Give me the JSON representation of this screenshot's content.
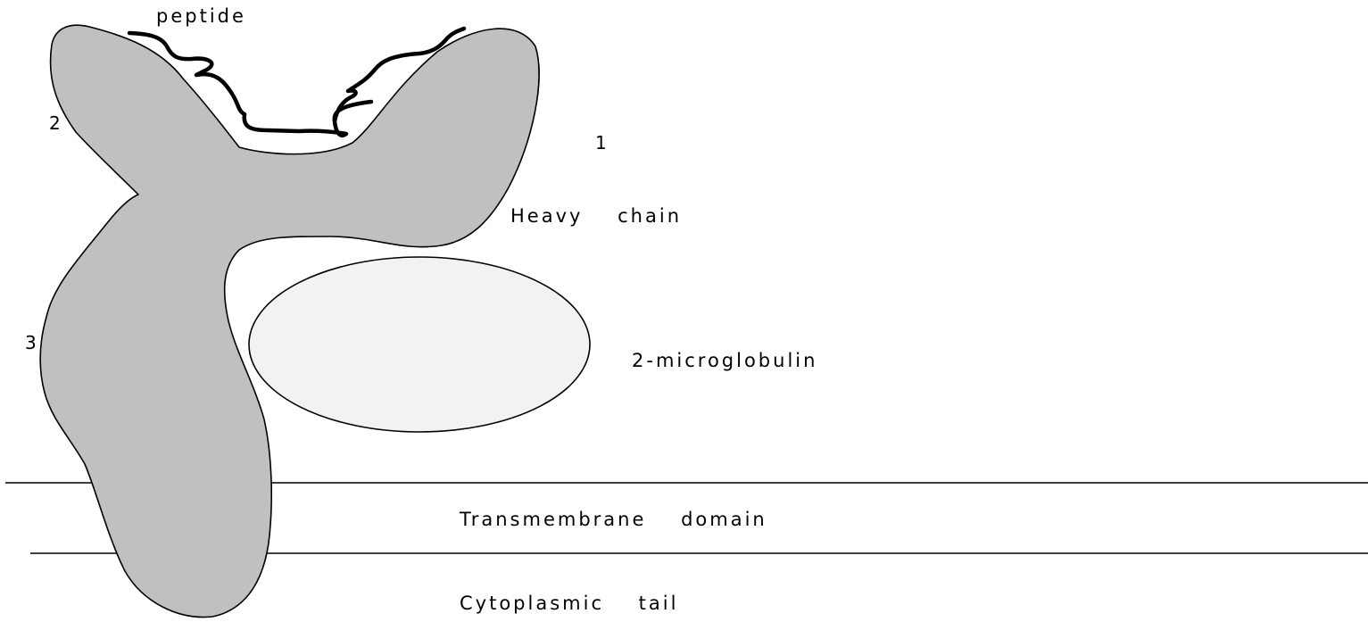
{
  "labels": {
    "peptide": "peptide",
    "domain_1": "1",
    "domain_2": "2",
    "domain_3": "3",
    "heavy_chain": "Heavy    chain",
    "microglobulin": "2-microglobulin",
    "transmembrane": "Transmembrane    domain",
    "cytoplasmic": "Cytoplasmic    tail"
  },
  "colors": {
    "heavy_chain_fill": "#c0c0c0",
    "microglobulin_fill": "#f2f2f2",
    "outline": "#000000"
  }
}
